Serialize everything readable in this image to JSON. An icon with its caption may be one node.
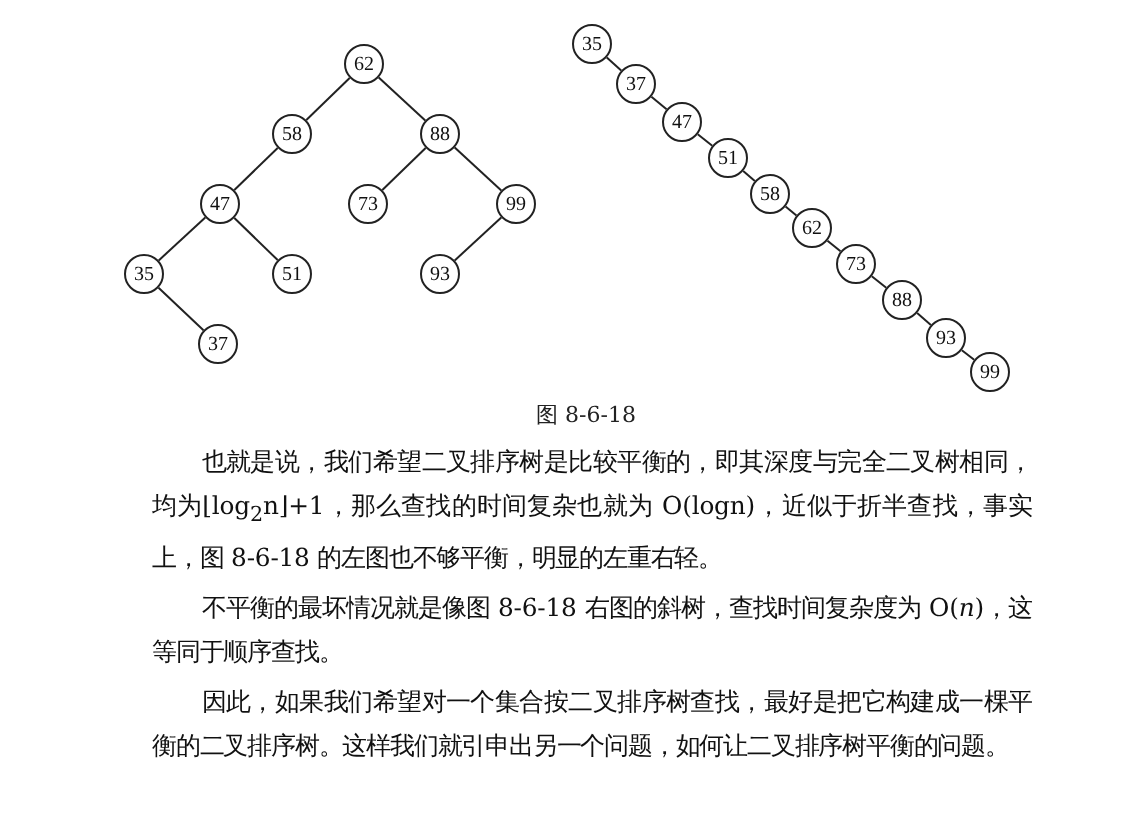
{
  "diagram": {
    "caption": "图 8-6-18",
    "nodes": [
      {
        "text": [
          "62"
        ]
      },
      {
        "text": [
          "58"
        ]
      },
      {
        "text": [
          "88"
        ]
      },
      {
        "text": [
          "47"
        ]
      },
      {
        "text": [
          "73"
        ]
      },
      {
        "text": [
          "99"
        ]
      },
      {
        "text": [
          "35"
        ]
      },
      {
        "text": [
          "51"
        ]
      },
      {
        "text": [
          "93"
        ]
      },
      {
        "text": [
          "37"
        ]
      },
      {
        "text": [
          "35"
        ]
      },
      {
        "text": [
          "37"
        ]
      },
      {
        "text": [
          "47"
        ]
      },
      {
        "text": [
          "51"
        ]
      },
      {
        "text": [
          "58"
        ]
      },
      {
        "text": [
          "62"
        ]
      },
      {
        "text": [
          "73"
        ]
      },
      {
        "text": [
          "88"
        ]
      },
      {
        "text": [
          "93"
        ]
      },
      {
        "text": [
          "99"
        ]
      }
    ],
    "edges": [
      {
        "from": 0,
        "to": 1,
        "arrow": "none"
      },
      {
        "from": 0,
        "to": 2,
        "arrow": "none"
      },
      {
        "from": 1,
        "to": 3,
        "arrow": "none"
      },
      {
        "from": 2,
        "to": 4,
        "arrow": "none"
      },
      {
        "from": 2,
        "to": 5,
        "arrow": "none"
      },
      {
        "from": 3,
        "to": 6,
        "arrow": "none"
      },
      {
        "from": 3,
        "to": 7,
        "arrow": "none"
      },
      {
        "from": 5,
        "to": 8,
        "arrow": "none"
      },
      {
        "from": 6,
        "to": 9,
        "arrow": "none"
      },
      {
        "from": 10,
        "to": 11,
        "arrow": "none"
      },
      {
        "from": 11,
        "to": 12,
        "arrow": "none"
      },
      {
        "from": 12,
        "to": 13,
        "arrow": "none"
      },
      {
        "from": 13,
        "to": 14,
        "arrow": "none"
      },
      {
        "from": 14,
        "to": 15,
        "arrow": "none"
      },
      {
        "from": 15,
        "to": 16,
        "arrow": "none"
      },
      {
        "from": 16,
        "to": 17,
        "arrow": "none"
      },
      {
        "from": 17,
        "to": 18,
        "arrow": "none"
      },
      {
        "from": 18,
        "to": 19,
        "arrow": "none"
      }
    ],
    "labels": [
      "也就是说，我们希望二叉排序树是比较平衡的，即其深度与完全二叉树相同，均为⌊log$_{2}$n⌋+1，那么查找的时间复杂也就为 O(logn)，近似于折半查找，事实上，图 8-6-18 的左图也不够平衡，明显的左重右轻。",
      "不平衡的最坏情况就是像图 8-6-18 右图的斜树，查找时间复杂度为 O(*n*)，这等同于顺序查找。",
      "因此，如果我们希望对一个集合按二叉排序树查找，最好是把它构建成一棵平衡的二叉排序树。这样我们就引申出另一个问题，如何让二叉排序树平衡的问题。"
    ]
  }
}
